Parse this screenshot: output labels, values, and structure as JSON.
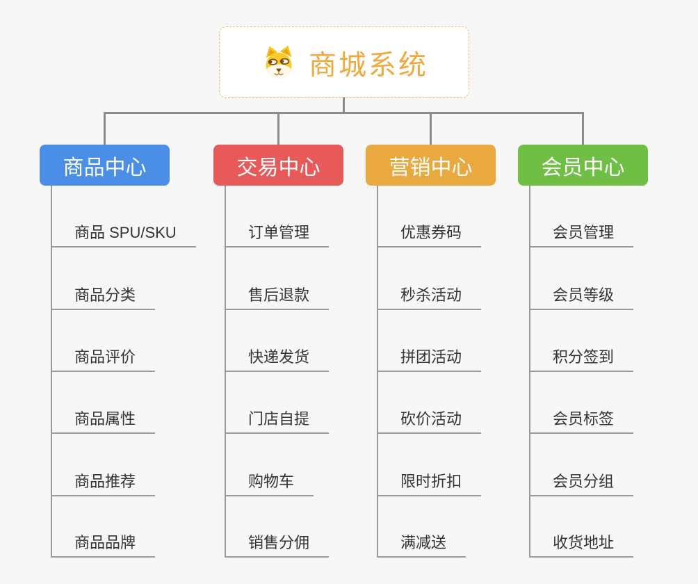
{
  "page": {
    "background_color": "#F7F7F7",
    "connector_color": "#8B8B8B",
    "leaf_line_color": "#9A9A9A",
    "leaf_text_color": "#333333"
  },
  "root": {
    "title": "商城系统",
    "icon": "dog-face-icon",
    "text_color": "#EFA93E",
    "border_color": "#F2BE6B",
    "background_color": "#FFFFFF"
  },
  "branches": [
    {
      "label": "商品中心",
      "color": "#4A8EE8",
      "children": [
        "商品 SPU/SKU",
        "商品分类",
        "商品评价",
        "商品属性",
        "商品推荐",
        "商品品牌"
      ]
    },
    {
      "label": "交易中心",
      "color": "#E85A5A",
      "children": [
        "订单管理",
        "售后退款",
        "快递发货",
        "门店自提",
        "购物车",
        "销售分佣"
      ]
    },
    {
      "label": "营销中心",
      "color": "#EAA93E",
      "children": [
        "优惠券码",
        "秒杀活动",
        "拼团活动",
        "砍价活动",
        "限时折扣",
        "满减送"
      ]
    },
    {
      "label": "会员中心",
      "color": "#6FBF45",
      "children": [
        "会员管理",
        "会员等级",
        "积分签到",
        "会员标签",
        "会员分组",
        "收货地址"
      ]
    }
  ]
}
